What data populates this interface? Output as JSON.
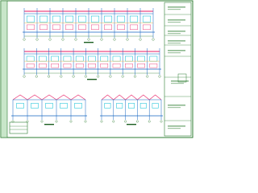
{
  "drawing": {
    "type": "CAD elevation drawing sheet (unreadable text at this resolution)",
    "colors": {
      "frame": "#2e7d32",
      "blueprint": "#1565c0",
      "accent_cyan": "#00bcd4",
      "accent_magenta": "#e91e63",
      "accent_yellow": "#f9a825",
      "text_dark": "#1b5e20"
    },
    "panels": [
      {
        "name": "elevation-1",
        "bays": 10
      },
      {
        "name": "elevation-2",
        "bays": 11
      },
      {
        "name": "section-left",
        "bays": 5
      },
      {
        "name": "section-right",
        "bays": 5
      }
    ],
    "title_block": {
      "rows": 8
    }
  }
}
